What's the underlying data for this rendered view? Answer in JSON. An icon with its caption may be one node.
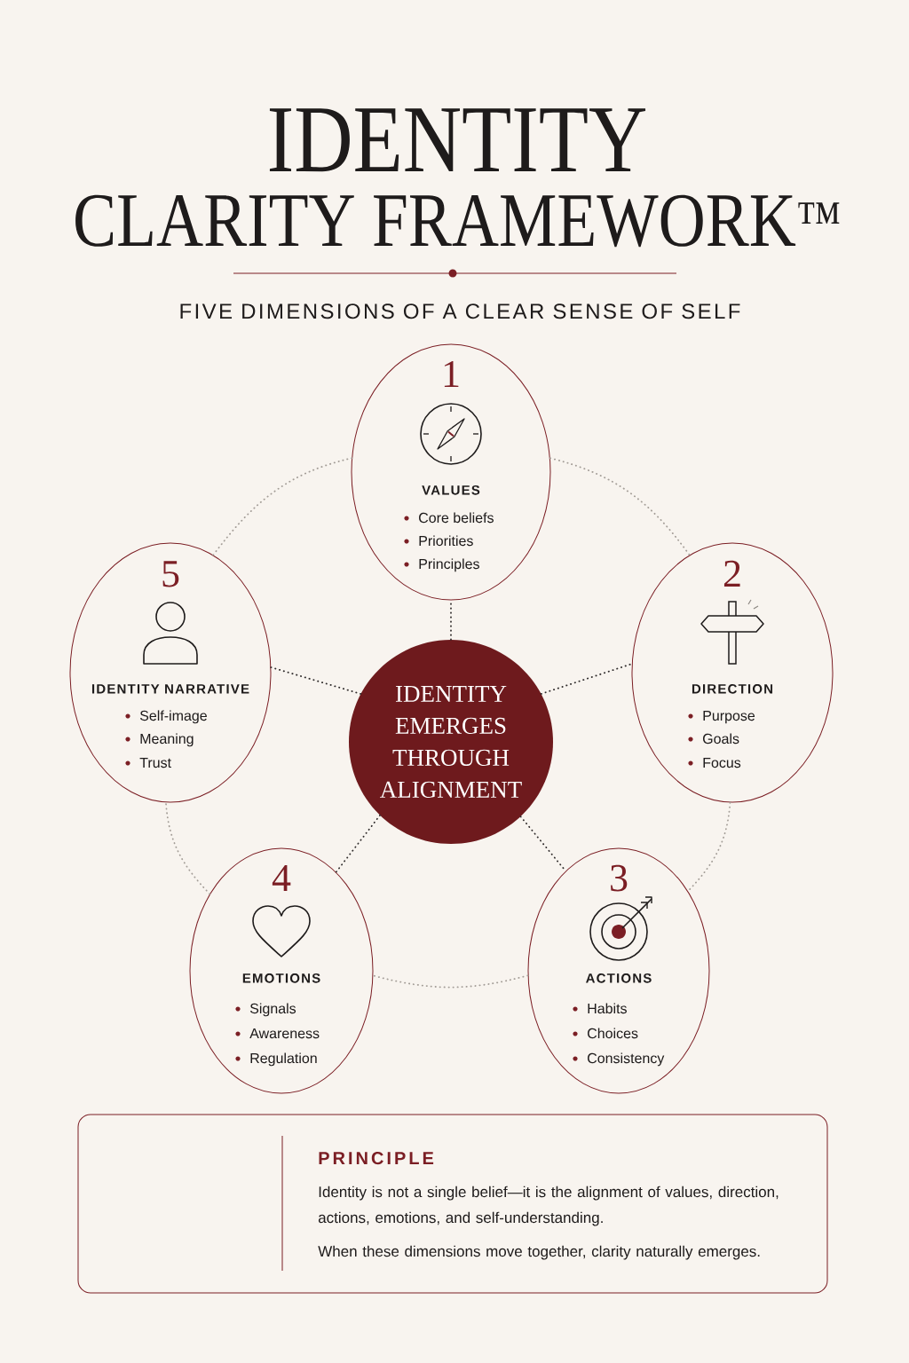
{
  "diagram": {
    "title": "IDENTITY CLARITY FRAMEWORK$^{™}$",
    "nodes": [
      {
        "text": [
          "1",
          "VALUES",
          "Core beliefs",
          "Priorities",
          "Principles"
        ]
      },
      {
        "text": [
          "5",
          "IDENTITY NARRATIVE",
          "Self-image",
          "Meaning",
          "Trust"
        ]
      },
      {
        "text": [
          "2",
          "DIRECTION",
          "Purpose",
          "Goals",
          "Focus"
        ]
      },
      {
        "text": [
          "IDENTITY EMERGES THROUGH ALIGNMENT"
        ]
      },
      {
        "text": [
          "4",
          "EMOTIONS",
          "Signals",
          "Awareness",
          "Regulation"
        ]
      },
      {
        "text": [
          "3",
          "ACTIONS",
          "Habits",
          "Choices",
          "Consistency"
        ]
      },
      {
        "text": [
          "PRINCIPLE",
          "Identity is not a single belief—it is the alignment of values, direction, actions, emotions, and self-understanding.",
          "When these dimensions move together, clarity naturally emerges."
        ]
      }
    ],
    "edges": [
      {
        "from": 3,
        "to": 0,
        "arrow": "none",
        "style": "dashed"
      },
      {
        "from": 3,
        "to": 2,
        "arrow": "none",
        "style": "dashed"
      },
      {
        "from": 3,
        "to": 5,
        "arrow": "none",
        "style": "dashed"
      },
      {
        "from": 3,
        "to": 4,
        "arrow": "none",
        "style": "dashed"
      },
      {
        "from": 3,
        "to": 1,
        "arrow": "none",
        "style": "dashed"
      },
      {
        "from": 0,
        "to": 2,
        "arrow": "none",
        "style": "dashed",
        "color": "#a39d97"
      },
      {
        "from": 2,
        "to": 5,
        "arrow": "none",
        "style": "dashed",
        "color": "#a39d97"
      },
      {
        "from": 5,
        "to": 4,
        "arrow": "none",
        "style": "dashed",
        "color": "#a39d97"
      },
      {
        "from": 4,
        "to": 1,
        "arrow": "none",
        "style": "dashed",
        "color": "#a39d97"
      },
      {
        "from": 1,
        "to": 0,
        "arrow": "none",
        "style": "dashed",
        "color": "#a39d97"
      }
    ],
    "labels": [
      "FIVE DIMENSIONS OF A CLEAR SENSE OF SELF"
    ]
  }
}
